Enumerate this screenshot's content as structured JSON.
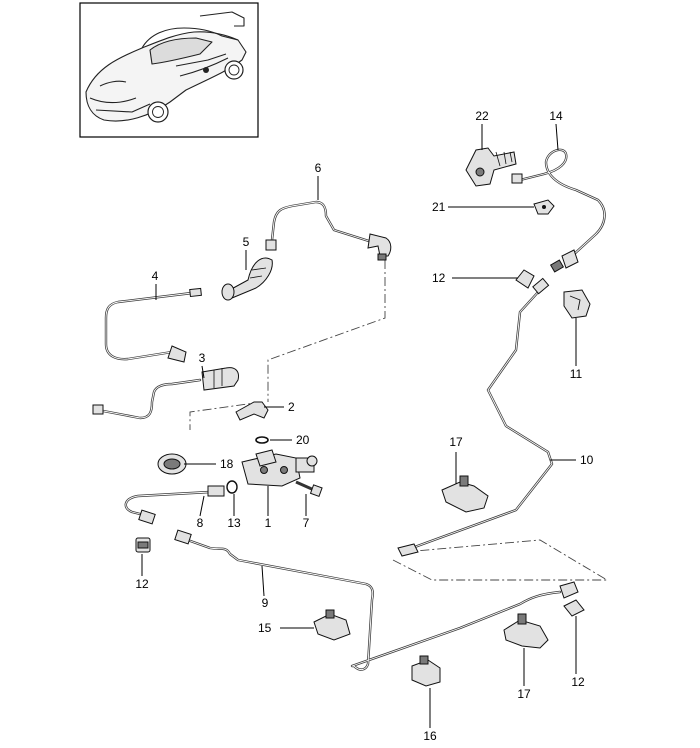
{
  "diagram": {
    "callouts": [
      {
        "id": "c1",
        "label": "1"
      },
      {
        "id": "c2",
        "label": "2"
      },
      {
        "id": "c3",
        "label": "3"
      },
      {
        "id": "c4",
        "label": "4"
      },
      {
        "id": "c5",
        "label": "5"
      },
      {
        "id": "c6",
        "label": "6"
      },
      {
        "id": "c7",
        "label": "7"
      },
      {
        "id": "c8",
        "label": "8"
      },
      {
        "id": "c9",
        "label": "9"
      },
      {
        "id": "c10",
        "label": "10"
      },
      {
        "id": "c11",
        "label": "11"
      },
      {
        "id": "c12a",
        "label": "12"
      },
      {
        "id": "c12b",
        "label": "12"
      },
      {
        "id": "c12c",
        "label": "12"
      },
      {
        "id": "c13",
        "label": "13"
      },
      {
        "id": "c14",
        "label": "14"
      },
      {
        "id": "c15",
        "label": "15"
      },
      {
        "id": "c16",
        "label": "16"
      },
      {
        "id": "c17a",
        "label": "17"
      },
      {
        "id": "c17b",
        "label": "17"
      },
      {
        "id": "c18",
        "label": "18"
      },
      {
        "id": "c20",
        "label": "20"
      },
      {
        "id": "c21",
        "label": "21"
      },
      {
        "id": "c22",
        "label": "22"
      }
    ]
  }
}
